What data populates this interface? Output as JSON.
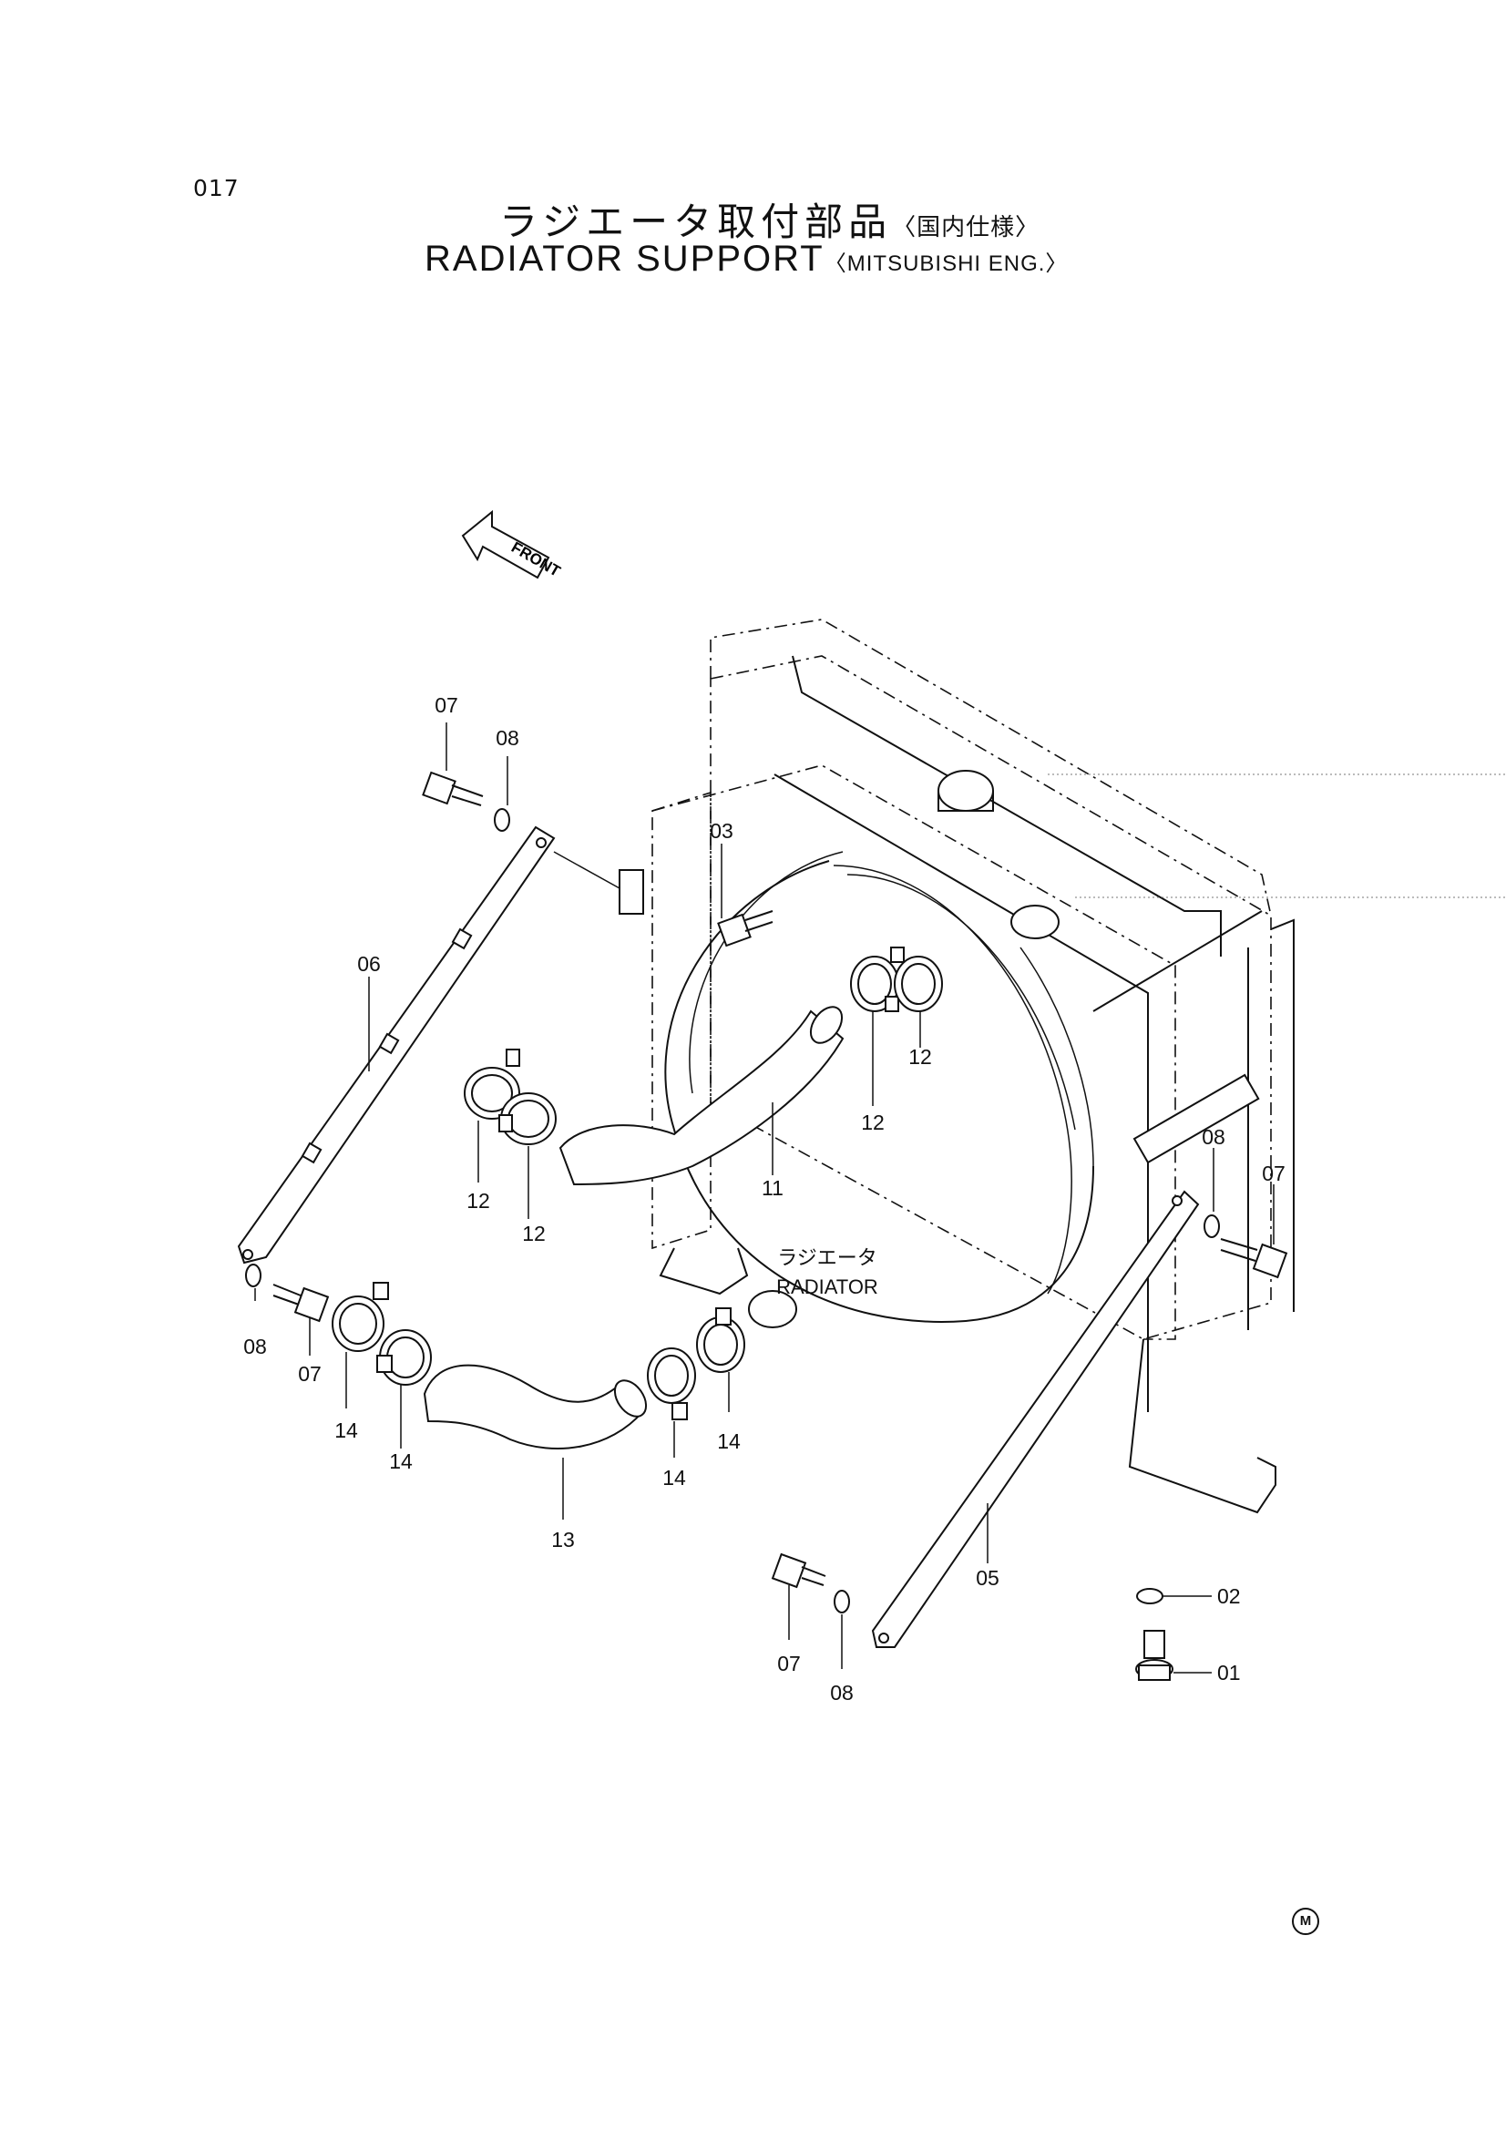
{
  "header": {
    "page_number": "017",
    "title_jp": "ラジエータ取付部品",
    "title_jp_sub": "〈国内仕様〉",
    "title_en": "RADIATOR SUPPORT",
    "title_en_sub": "〈MITSUBISHI ENG.〉"
  },
  "diagram": {
    "front_arrow_label": "FRONT",
    "radiator_label_jp": "ラジエータ",
    "radiator_label_en": "RADIATOR",
    "callouts": {
      "c01": "01",
      "c02": "02",
      "c03": "03",
      "c05": "05",
      "c06": "06",
      "c07_top": "07",
      "c08_top": "08",
      "c07_right": "07",
      "c08_right": "08",
      "c08_left": "08",
      "c07_left": "07",
      "c07_bottom": "07",
      "c08_bottom": "08",
      "c11": "11",
      "c12_a": "12",
      "c12_b": "12",
      "c12_c": "12",
      "c12_d": "12",
      "c13": "13",
      "c14_a": "14",
      "c14_b": "14",
      "c14_c": "14",
      "c14_d": "14"
    }
  },
  "footer": {
    "maker_mark": "M"
  }
}
